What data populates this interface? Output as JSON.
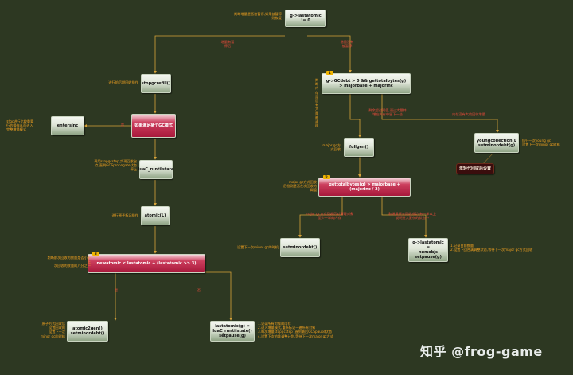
{
  "nodes": [
    {
      "id": "n1",
      "text": "g->lastatomic != 0",
      "style": "green"
    },
    {
      "id": "n2",
      "text": "stopgcrefill()",
      "style": "green"
    },
    {
      "id": "n3",
      "text": "g->GCdebt > 0 && gettotalbytes(g) > majorbase + majorinc",
      "style": "green",
      "badge": "1"
    },
    {
      "id": "n4",
      "text": "如果满足某个GC模式",
      "style": "red"
    },
    {
      "id": "n5",
      "text": "entersinc",
      "style": "green"
    },
    {
      "id": "n6",
      "text": "luaC_runtilstate",
      "style": "green"
    },
    {
      "id": "n7",
      "text": "fullgen()",
      "style": "green"
    },
    {
      "id": "n8",
      "text": "youngcollection(L\nsetminordebt(g)",
      "style": "green"
    },
    {
      "id": "n9",
      "text": "年轻代回收后设置",
      "style": "dark"
    },
    {
      "id": "n10",
      "text": "gettotalbytes(g) > majorbase + (majorinc / 2)",
      "style": "red",
      "badge": "2"
    },
    {
      "id": "n11",
      "text": "atomic(L)",
      "style": "green"
    },
    {
      "id": "n12",
      "text": "setminordebt()",
      "style": "green"
    },
    {
      "id": "n13",
      "text": "g->lastatomic =\nnumobjs\nsetpause(g)",
      "style": "green"
    },
    {
      "id": "n14",
      "text": "newatomic < lastatomic + (lastatomic >> 3)",
      "style": "red",
      "badge": "3"
    },
    {
      "id": "n15",
      "text": "atomic2gen()\nsetminordebt()",
      "style": "green"
    },
    {
      "id": "n16",
      "text": "lastatomic(g) =\nluaC_runtilstate()\nsetpause(g)",
      "style": "green"
    }
  ],
  "notes": [
    {
      "id": "t1",
      "text": "判断增量是否被暂停,如果被暂停\n则恢复",
      "align": "r"
    },
    {
      "id": "t2",
      "text": "进行前后期回收操作",
      "align": "r"
    },
    {
      "id": "t3",
      "text": "对gc进行比较重要\n行的操作从而进入\n完整增量模式",
      "align": "l"
    },
    {
      "id": "t4",
      "text": "调用stopgcstep,实现回收启\n点,直到GCSpropagate状态\n停止",
      "align": "r"
    },
    {
      "id": "t5",
      "text": "进行原子标记操作",
      "align": "r"
    },
    {
      "id": "t6",
      "text": "判断前次回收的数量是否小于上\n次回收的数量的八分之一",
      "align": "r"
    },
    {
      "id": "t7",
      "text": "原子方式回收后\n设置回收的\n设置下一次\nminor gc的时机",
      "align": "r"
    },
    {
      "id": "t8",
      "text": "1.记录所有对象的内存\n2.进入增量模式,重新标记一遍所有对象\n3.每次增量stopgcstep ,直到最后GCSpause状态\n4.设置下次的堆调整计划,等待下一次major gc方式",
      "align": "l"
    },
    {
      "id": "t9",
      "text": "判断内存是否有\n大量被清理",
      "align": "r"
    },
    {
      "id": "t10",
      "text": "major gc方\n式回收",
      "align": "r"
    },
    {
      "id": "t11",
      "text": "执行一次young gc\n设置下一次minor gc时机",
      "align": "l"
    },
    {
      "id": "t12",
      "text": "major gc方式回收\n后检测是否在次回收的\n阈值",
      "align": "r"
    },
    {
      "id": "t13",
      "text": "设置下一次minor gc的时机",
      "align": "r"
    },
    {
      "id": "t14",
      "text": "1.记录目前数量\n2.设置下回合满调整状态,等待下一次major gc方式回收",
      "align": "l"
    }
  ],
  "labels": [
    {
      "id": "e1",
      "text": "增量有暂\n停后"
    },
    {
      "id": "e2",
      "text": "增量没有\n被暂停"
    },
    {
      "id": "e3",
      "text": "是"
    },
    {
      "id": "e4",
      "text": "剩余超过阈值,通过大量并\n增在内存中留下一些"
    },
    {
      "id": "e5",
      "text": "内存没有大的回收增量"
    },
    {
      "id": "e6",
      "text": "major gc方式回收后对清理对象\n至少一半的内存"
    },
    {
      "id": "e7",
      "text": "和增量还未回收成功,有一半以上\n说明进入复杂的状态中"
    },
    {
      "id": "e8",
      "text": "是"
    },
    {
      "id": "e9",
      "text": "否"
    }
  ],
  "watermark": "知乎 @frog-game",
  "colors": {
    "background": "#2d3822",
    "edge": "#d8a43a",
    "label": "#e84a3a",
    "note": "#f0a020"
  }
}
